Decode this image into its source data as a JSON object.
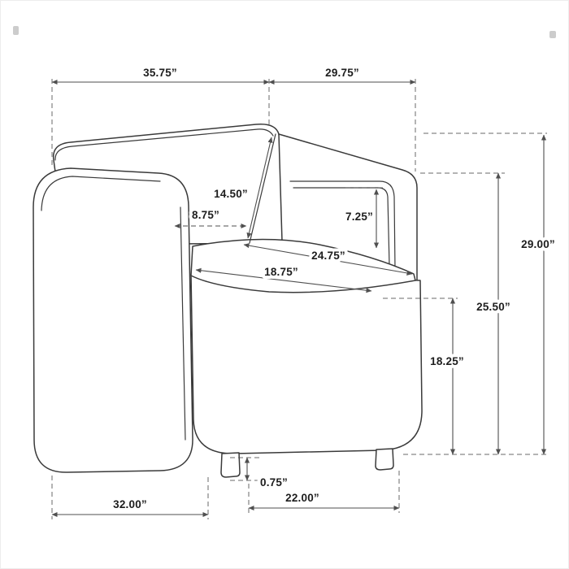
{
  "colors": {
    "chair_line": "#3a3a3a",
    "dimension_line": "#4f4f4f",
    "label_text": "#1d1d1d"
  },
  "dim_labels": {
    "overall_width": "35.75”",
    "overall_depth": "29.75”",
    "back_cushion_height": "14.50”",
    "arm_front_width": "8.75”",
    "arm_above_seat_height": "7.25”",
    "seat_width": "24.75”",
    "seat_depth": "18.75”",
    "overall_height": "29.00”",
    "arm_height": "25.50”",
    "floor_to_seat_back": "18.25”",
    "leg_height": "0.75”",
    "base_width": "32.00”",
    "base_depth": "22.00”"
  }
}
